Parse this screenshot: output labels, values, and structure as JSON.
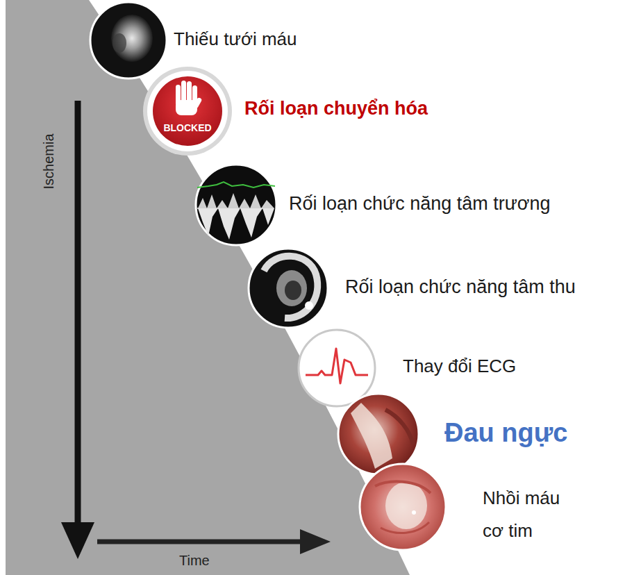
{
  "diagram": {
    "labels": [
      "Thiếu tưới máu",
      "BLOCKED",
      "Rối loạn chuyển hóa",
      "Rối loạn chức năng tâm trương",
      "Rối loạn chức năng tâm thu",
      "Thay đổi ECG",
      "Đau ngực",
      "Nhồi máu cơ tim",
      "Ischemia",
      "Time"
    ]
  }
}
